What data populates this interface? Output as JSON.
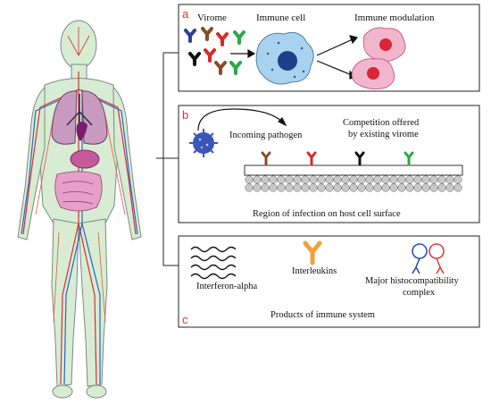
{
  "panels": {
    "a": {
      "letter": "a",
      "virome_label": "Virome",
      "immune_cell_label": "Immune cell",
      "modulation_label": "Immune modulation"
    },
    "b": {
      "letter": "b",
      "pathogen_label": "Incoming pathogen",
      "competition_line1": "Competition offered",
      "competition_line2": "by existing virome",
      "region_label": "Region of infection on host cell surface"
    },
    "c": {
      "letter": "c",
      "interferon_label": "Interferon-alpha",
      "interleukins_label": "Interleukins",
      "mhc_line1": "Major histocompatibility",
      "mhc_line2": "complex",
      "products_label": "Products of immune system"
    }
  },
  "colors": {
    "panel_letter": "#d23a2a",
    "immune_cell": "#a9d2ee",
    "immune_nucleus": "#1f3e8a",
    "modulated_cell": "#f2b6cc",
    "modulated_nucleus": "#d9253a",
    "pathogen": "#3a55b8",
    "interleukin": "#f2a13a",
    "mhc_blue": "#2b4fb0",
    "mhc_red": "#e0413b",
    "virus_brown": "#8b4a2a",
    "virus_red": "#d62a2a",
    "virus_black": "#111111",
    "virus_green": "#2aa84a",
    "virus_blue": "#2b3f9e",
    "membrane": "#c9c9c9"
  }
}
